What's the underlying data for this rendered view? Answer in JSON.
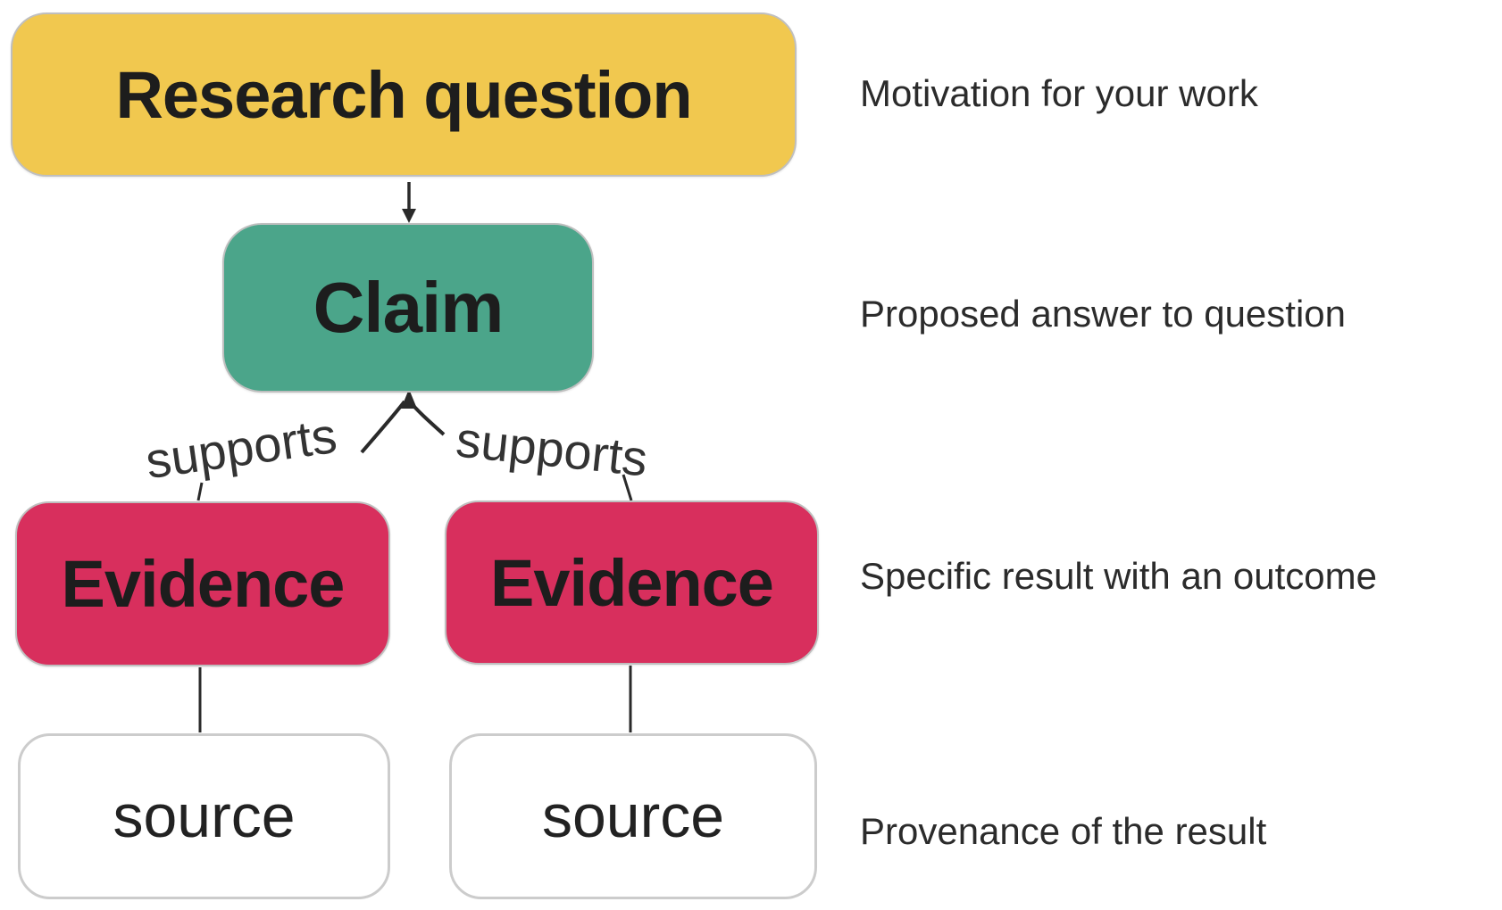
{
  "boxes": {
    "research_question": {
      "label": "Research question",
      "fill": "#F1C84F",
      "text_color": "#1d1d1d"
    },
    "claim": {
      "label": "Claim",
      "fill": "#4BA58A",
      "text_color": "#1d1d1d"
    },
    "evidence_left": {
      "label": "Evidence",
      "fill": "#D82F5D",
      "text_color": "#1d1d1d"
    },
    "evidence_right": {
      "label": "Evidence",
      "fill": "#D82F5D",
      "text_color": "#1d1d1d"
    },
    "source_left": {
      "label": "source",
      "fill": "#ffffff",
      "text_color": "#222222"
    },
    "source_right": {
      "label": "source",
      "fill": "#ffffff",
      "text_color": "#222222"
    }
  },
  "edge_labels": {
    "supports_left": "supports",
    "supports_right": "supports"
  },
  "annotations": {
    "research_question": "Motivation for your work",
    "claim": "Proposed answer to question",
    "evidence": "Specific result with an outcome",
    "source": "Provenance of the result"
  }
}
